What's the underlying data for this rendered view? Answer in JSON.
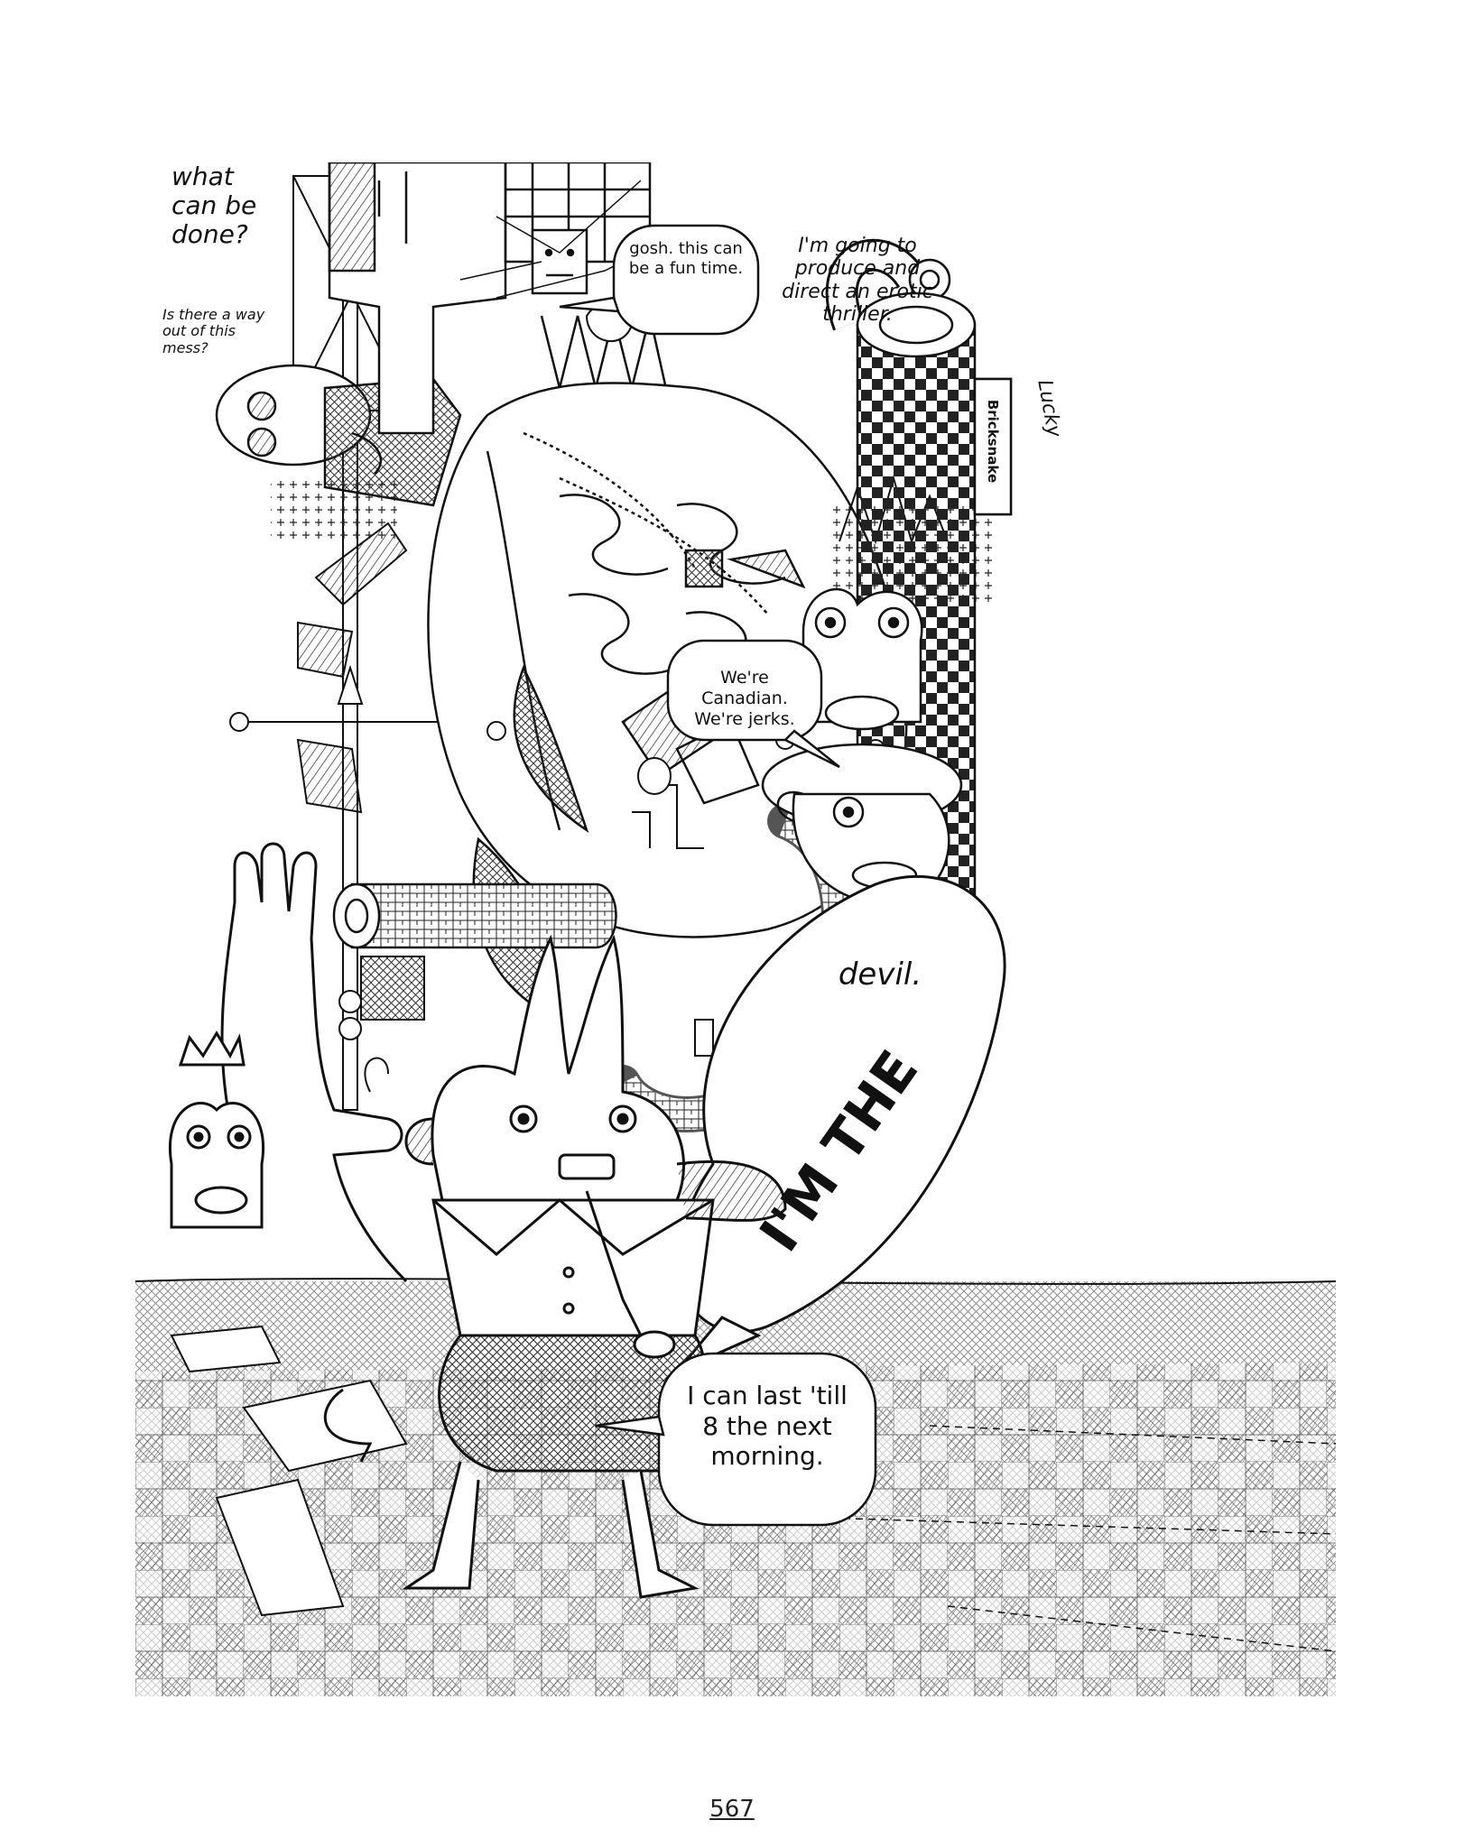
{
  "page": {
    "number": "567"
  },
  "captions": {
    "what_can_be_done": "what can be done?",
    "way_out": "Is there a way out of this mess?",
    "erotic_thriller": "I'm going to produce and direct an erotic thriller."
  },
  "bubbles": {
    "gosh": "gosh. this can be a fun time.",
    "canadian": "We're Canadian. We're jerks.",
    "devil_main": "I'M THE",
    "devil_word": "devil.",
    "last_till": "I can last 'till 8 the next morning."
  },
  "signs": {
    "bricksnake": "Bricksnake",
    "signature": "Lucky"
  },
  "colors": {
    "ink": "#111111",
    "paper": "#ffffff",
    "hatch": "#555555"
  }
}
